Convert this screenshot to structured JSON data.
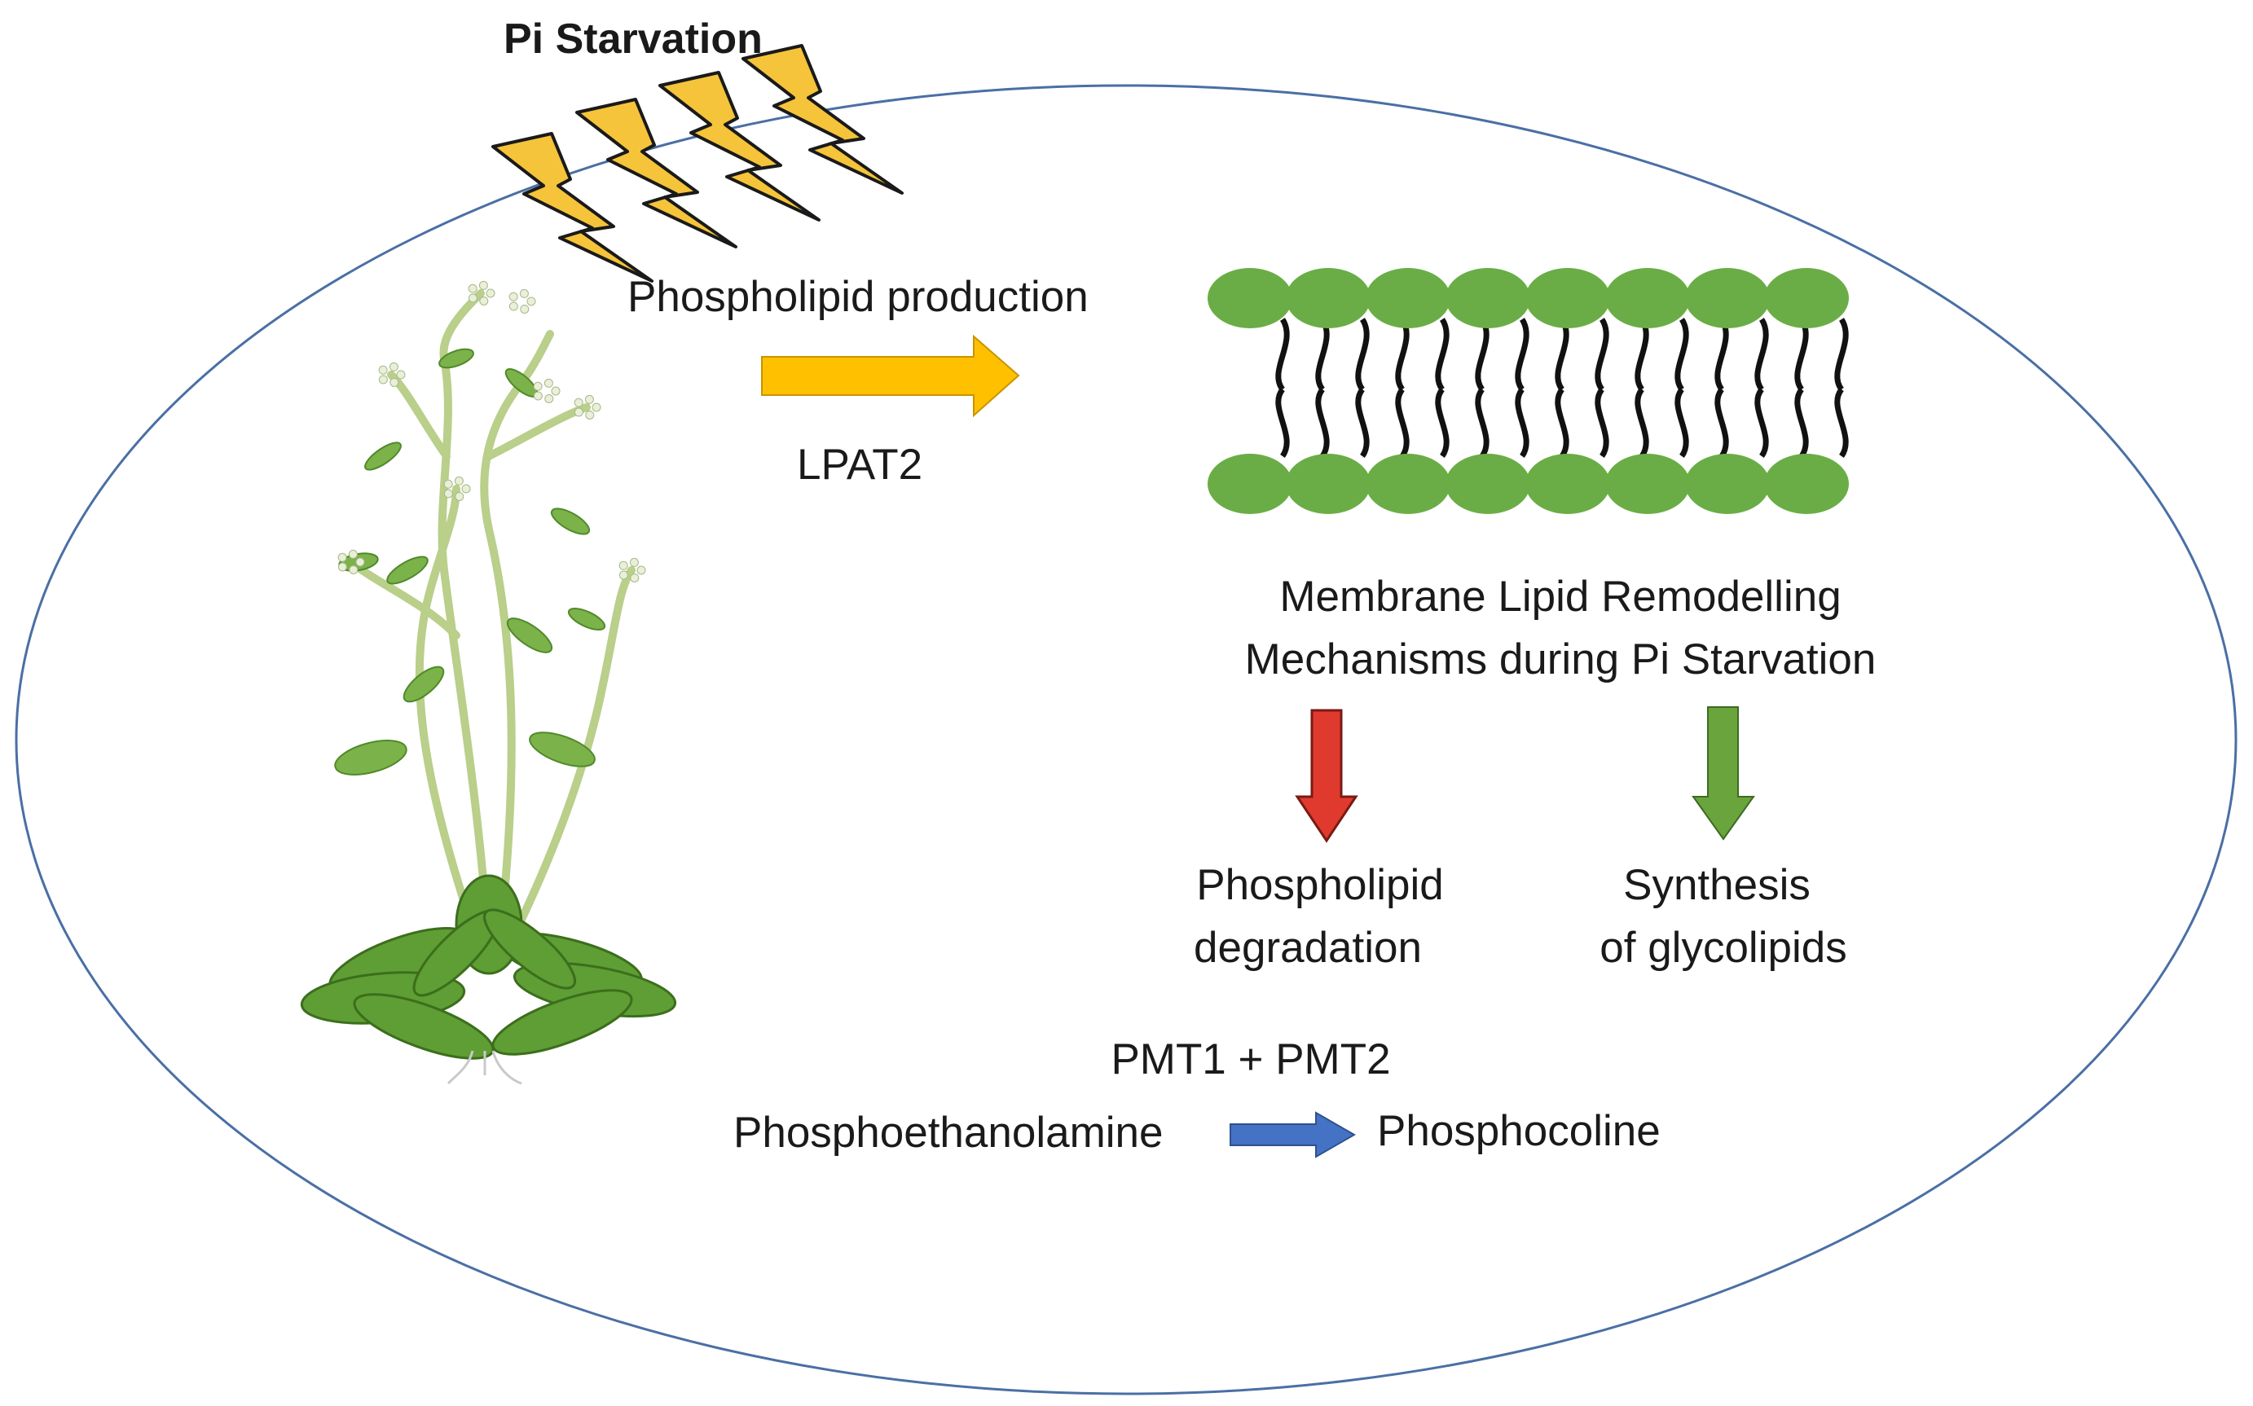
{
  "title": "Pi Starvation",
  "arrow_top": {
    "label_above": "Phospholipid production",
    "label_below": "LPAT2"
  },
  "membrane_caption": {
    "line1": "Membrane Lipid Remodelling",
    "line2": "Mechanisms during Pi Starvation"
  },
  "outcomes": [
    {
      "line1": "Phospholipid",
      "line2": "degradation",
      "arrow_color": "#e03a2e"
    },
    {
      "line1": "Synthesis",
      "line2": "of glycolipids",
      "arrow_color": "#6aa43c"
    }
  ],
  "pmt": {
    "enzymes": "PMT1 + PMT2",
    "substrate": "Phosphoethanolamine",
    "product": "Phosphocoline",
    "arrow_color": "#4472c4"
  },
  "colors": {
    "cell_outline": "#4a6fa5",
    "lightning": "#f5c43a",
    "arrow_orange": "#ffc000",
    "lipid_head": "#6aad46"
  },
  "icons": [
    "lightning-bolt-icon",
    "plant-illustration",
    "lipid-bilayer"
  ]
}
